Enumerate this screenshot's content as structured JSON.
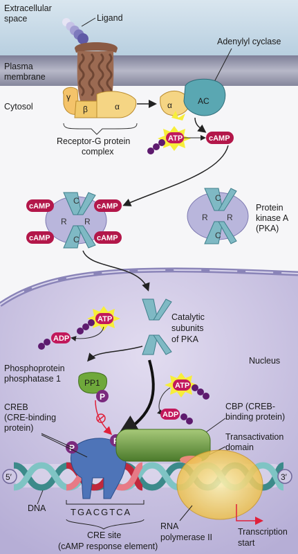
{
  "labels": {
    "extracellular_1": "Extracellular",
    "extracellular_2": "space",
    "ligand": "Ligand",
    "plasma_1": "Plasma",
    "plasma_2": "membrane",
    "cytosol": "Cytosol",
    "adenylyl_cyclase": "Adenylyl cyclase",
    "receptor_1": "Receptor-G protein",
    "receptor_2": "complex",
    "gamma": "γ",
    "beta": "β",
    "alpha": "α",
    "ac": "AC",
    "pka_1": "Protein",
    "pka_2": "kinase A",
    "pka_3": "(PKA)",
    "catalytic_1": "Catalytic",
    "catalytic_2": "subunits",
    "catalytic_3": "of PKA",
    "nucleus": "Nucleus",
    "pp1_1": "Phosphoprotein",
    "pp1_2": "phosphatase 1",
    "pp1": "PP1",
    "creb_1": "CREB",
    "creb_2": "(CRE-binding",
    "creb_3": "protein)",
    "cbp_1": "CBP (CREB-",
    "cbp_2": "binding protein)",
    "transact_1": "Transactivation",
    "transact_2": "domain",
    "five": "5′",
    "three": "3′",
    "dna": "DNA",
    "sequence": "TGACGTCA",
    "cre_1": "CRE site",
    "cre_2": "(cAMP response element)",
    "rnapol_1": "RNA",
    "rnapol_2": "polymerase II",
    "tstart_1": "Transcription",
    "tstart_2": "start",
    "camp": "cAMP",
    "atp": "ATP",
    "adp": "ADP",
    "p": "P",
    "c": "C",
    "r": "R"
  },
  "colors": {
    "extracellular": "#c9dbe8",
    "membrane": "#9a9ab0",
    "nucleus": "#cfc8e4",
    "camp": "#b3174a",
    "atp_star": "#f7ee3a",
    "pka": "#7fb9c4",
    "pka_r": "#b9b6dc",
    "pp1": "#6fa83b",
    "cbp": "#5f8a3a",
    "creb": "#4e74b8",
    "rnapol": "#f5d46a"
  }
}
